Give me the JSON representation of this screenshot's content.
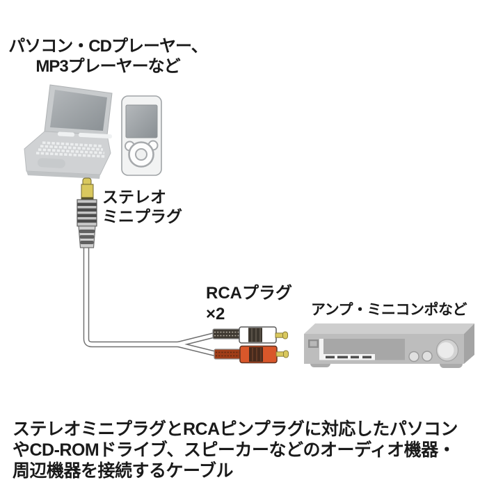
{
  "labels": {
    "source_devices": {
      "line1": "パソコン・CDプレーヤー、",
      "line2": "MP3プレーヤーなど"
    },
    "mini_plug": {
      "line1": "ステレオ",
      "line2": "ミニプラグ"
    },
    "rca_plug": {
      "line1": "RCAプラグ",
      "line2": "×2"
    },
    "amplifier": "アンプ・ミニコンポなど"
  },
  "description": {
    "line1": "ステレオミニプラグとRCAピンプラグに対応したパソコン",
    "line2": "やCD-ROMドライブ、スピーカーなどのオーディオ機器・",
    "line3": "周辺機器を接続するケーブル"
  },
  "colors": {
    "background": "#ffffff",
    "text": "#1a1a1a",
    "rca_white_body": "#ffffff",
    "rca_red_body": "#d9572a",
    "gold": "#d9c85e",
    "cable_outline": "#6f6f6f",
    "cable_fill": "#ffffff"
  }
}
